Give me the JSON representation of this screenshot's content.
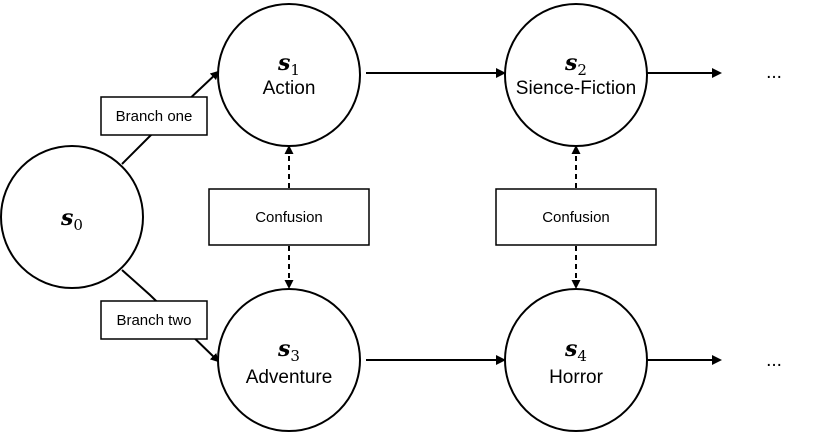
{
  "nodes": {
    "s0": {
      "symbol": "s",
      "sub": "0",
      "label": ""
    },
    "s1": {
      "symbol": "s",
      "sub": "1",
      "label": "Action"
    },
    "s2": {
      "symbol": "s",
      "sub": "2",
      "label": "Sience-Fiction"
    },
    "s3": {
      "symbol": "s",
      "sub": "3",
      "label": "Adventure"
    },
    "s4": {
      "symbol": "s",
      "sub": "4",
      "label": "Horror"
    }
  },
  "branches": {
    "one": "Branch one",
    "two": "Branch two"
  },
  "confusion": {
    "left": "Confusion",
    "right": "Confusion"
  },
  "continuation": {
    "top": "...",
    "bottom": "..."
  }
}
